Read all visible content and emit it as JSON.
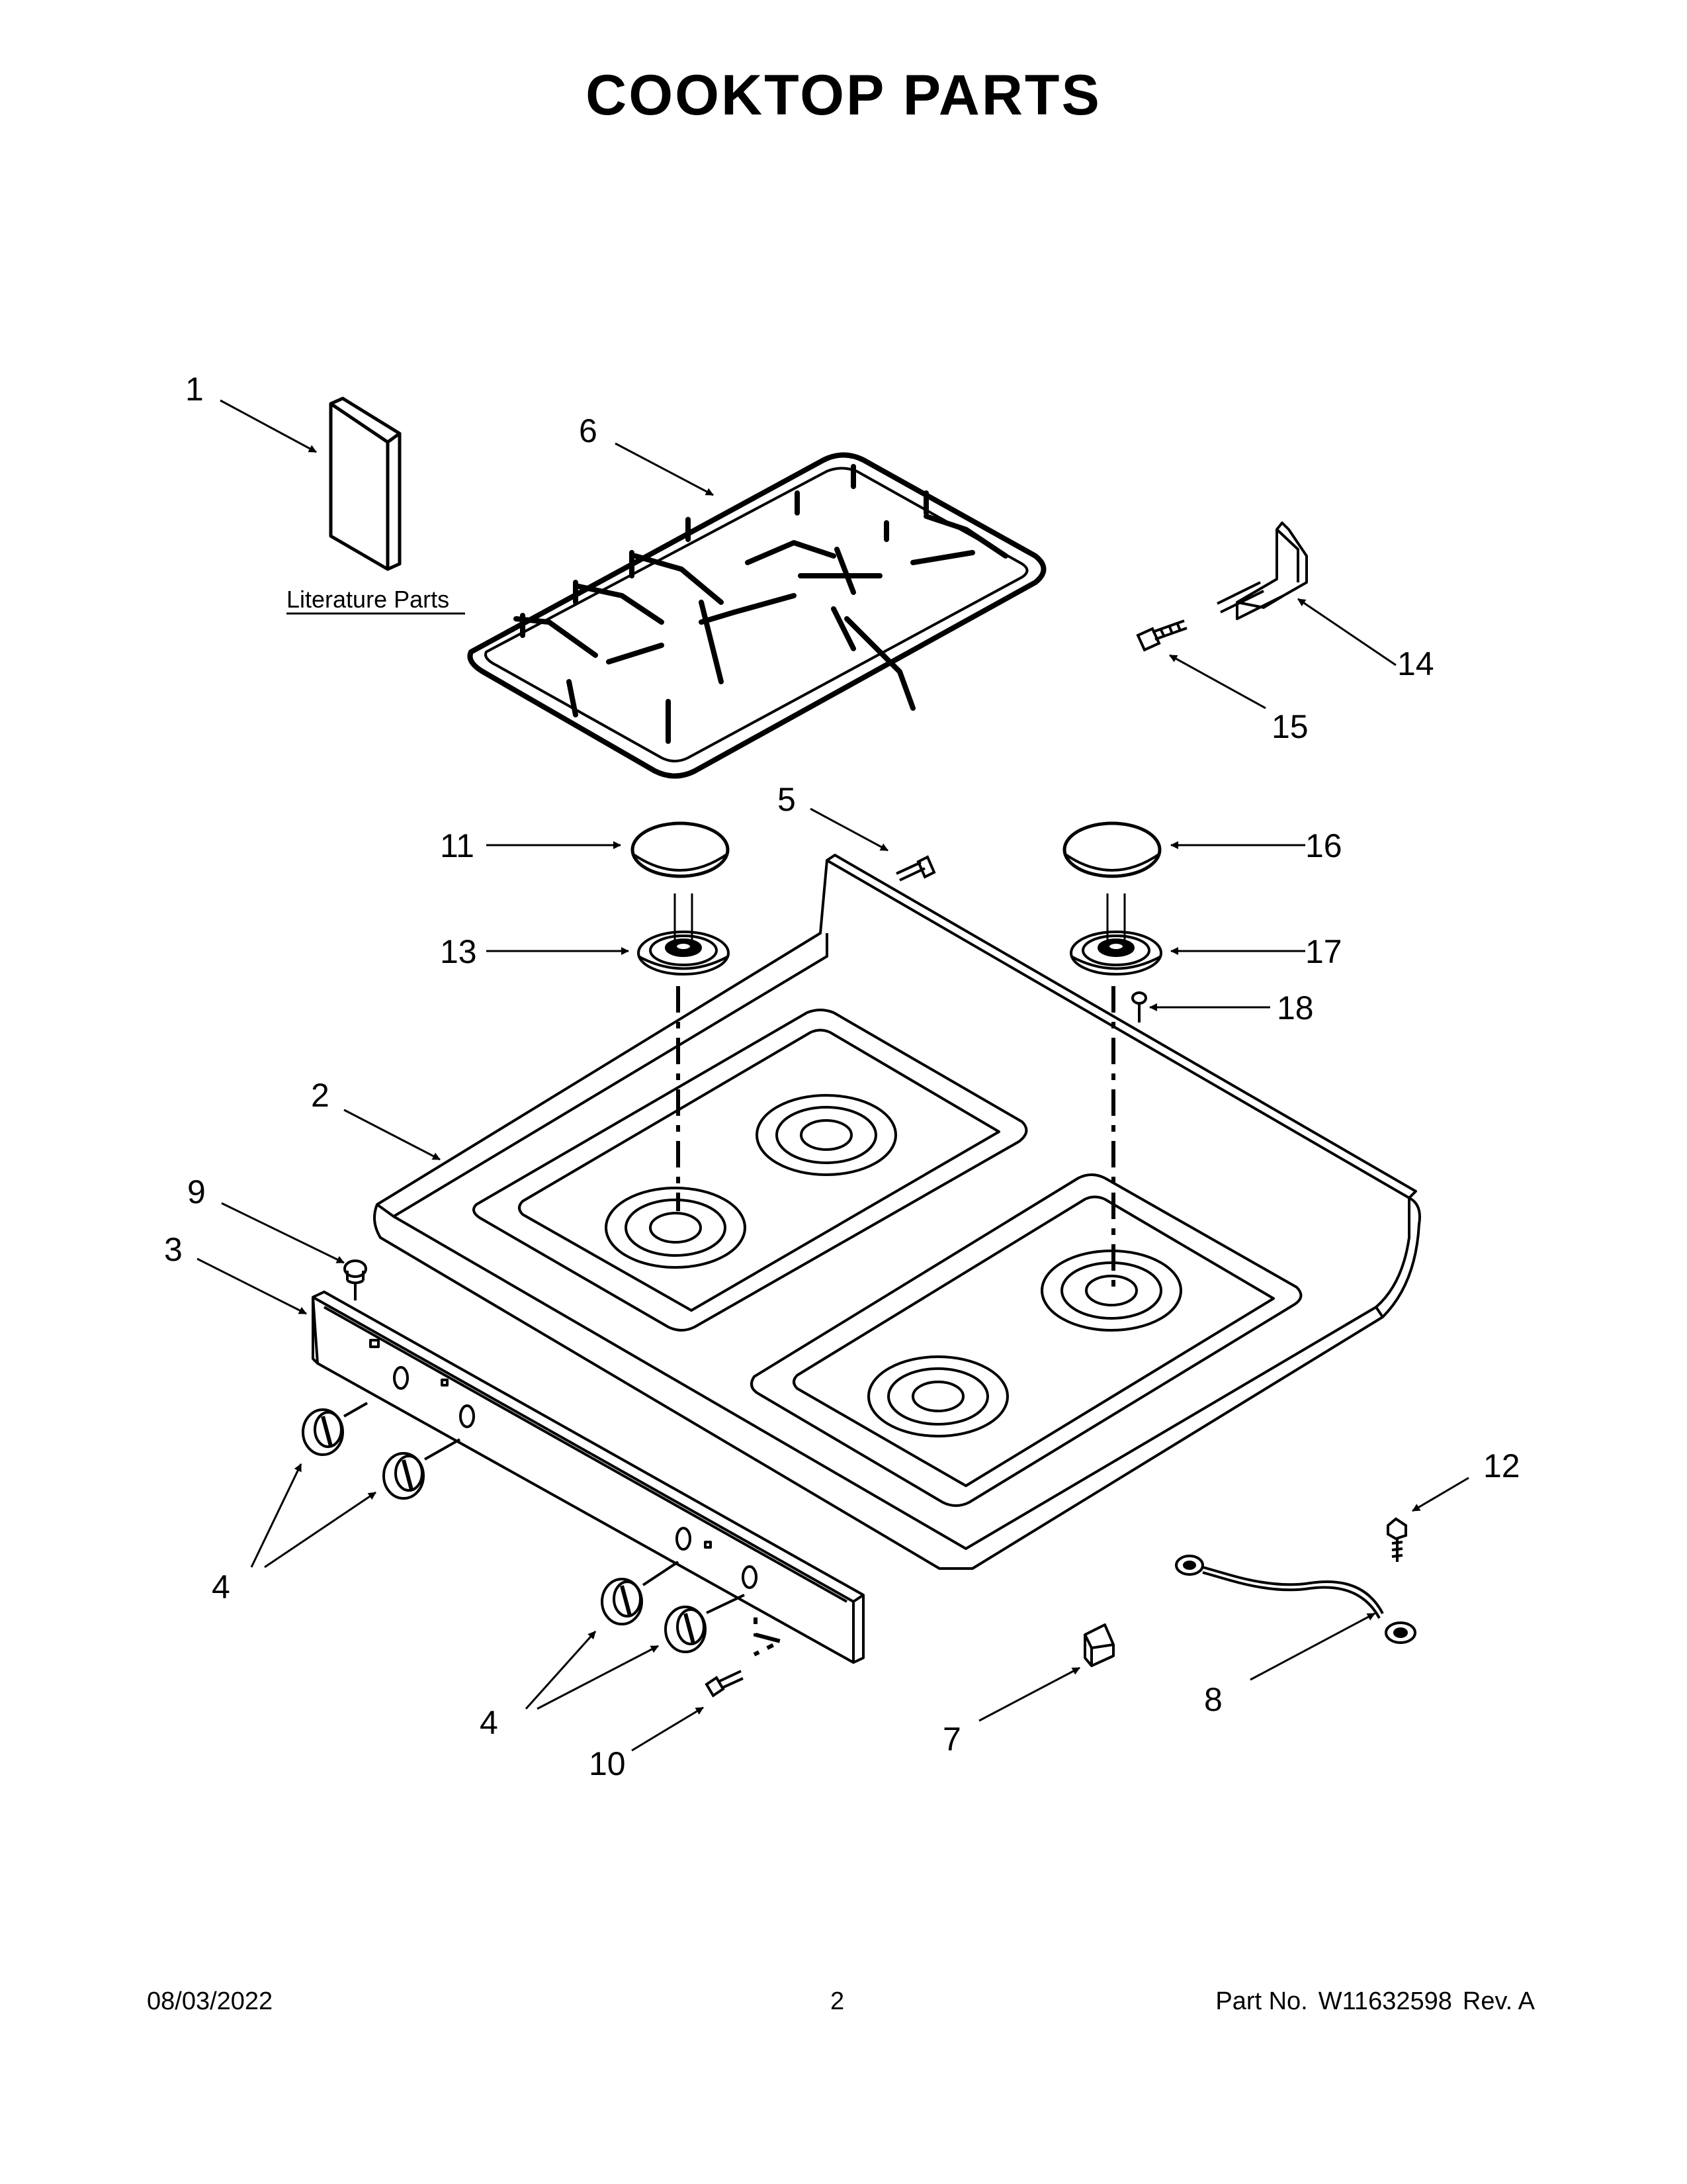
{
  "page": {
    "title": "COOKTOP PARTS"
  },
  "diagram": {
    "literature_label": "Literature Parts",
    "callouts": [
      "1",
      "2",
      "3",
      "4",
      "4",
      "5",
      "6",
      "7",
      "8",
      "9",
      "10",
      "11",
      "12",
      "13",
      "14",
      "15",
      "16",
      "17",
      "18"
    ]
  },
  "footer": {
    "date": "08/03/2022",
    "page_number": "2",
    "part_label": "Part No.",
    "part_number": "W11632598",
    "revision": "Rev. A"
  }
}
